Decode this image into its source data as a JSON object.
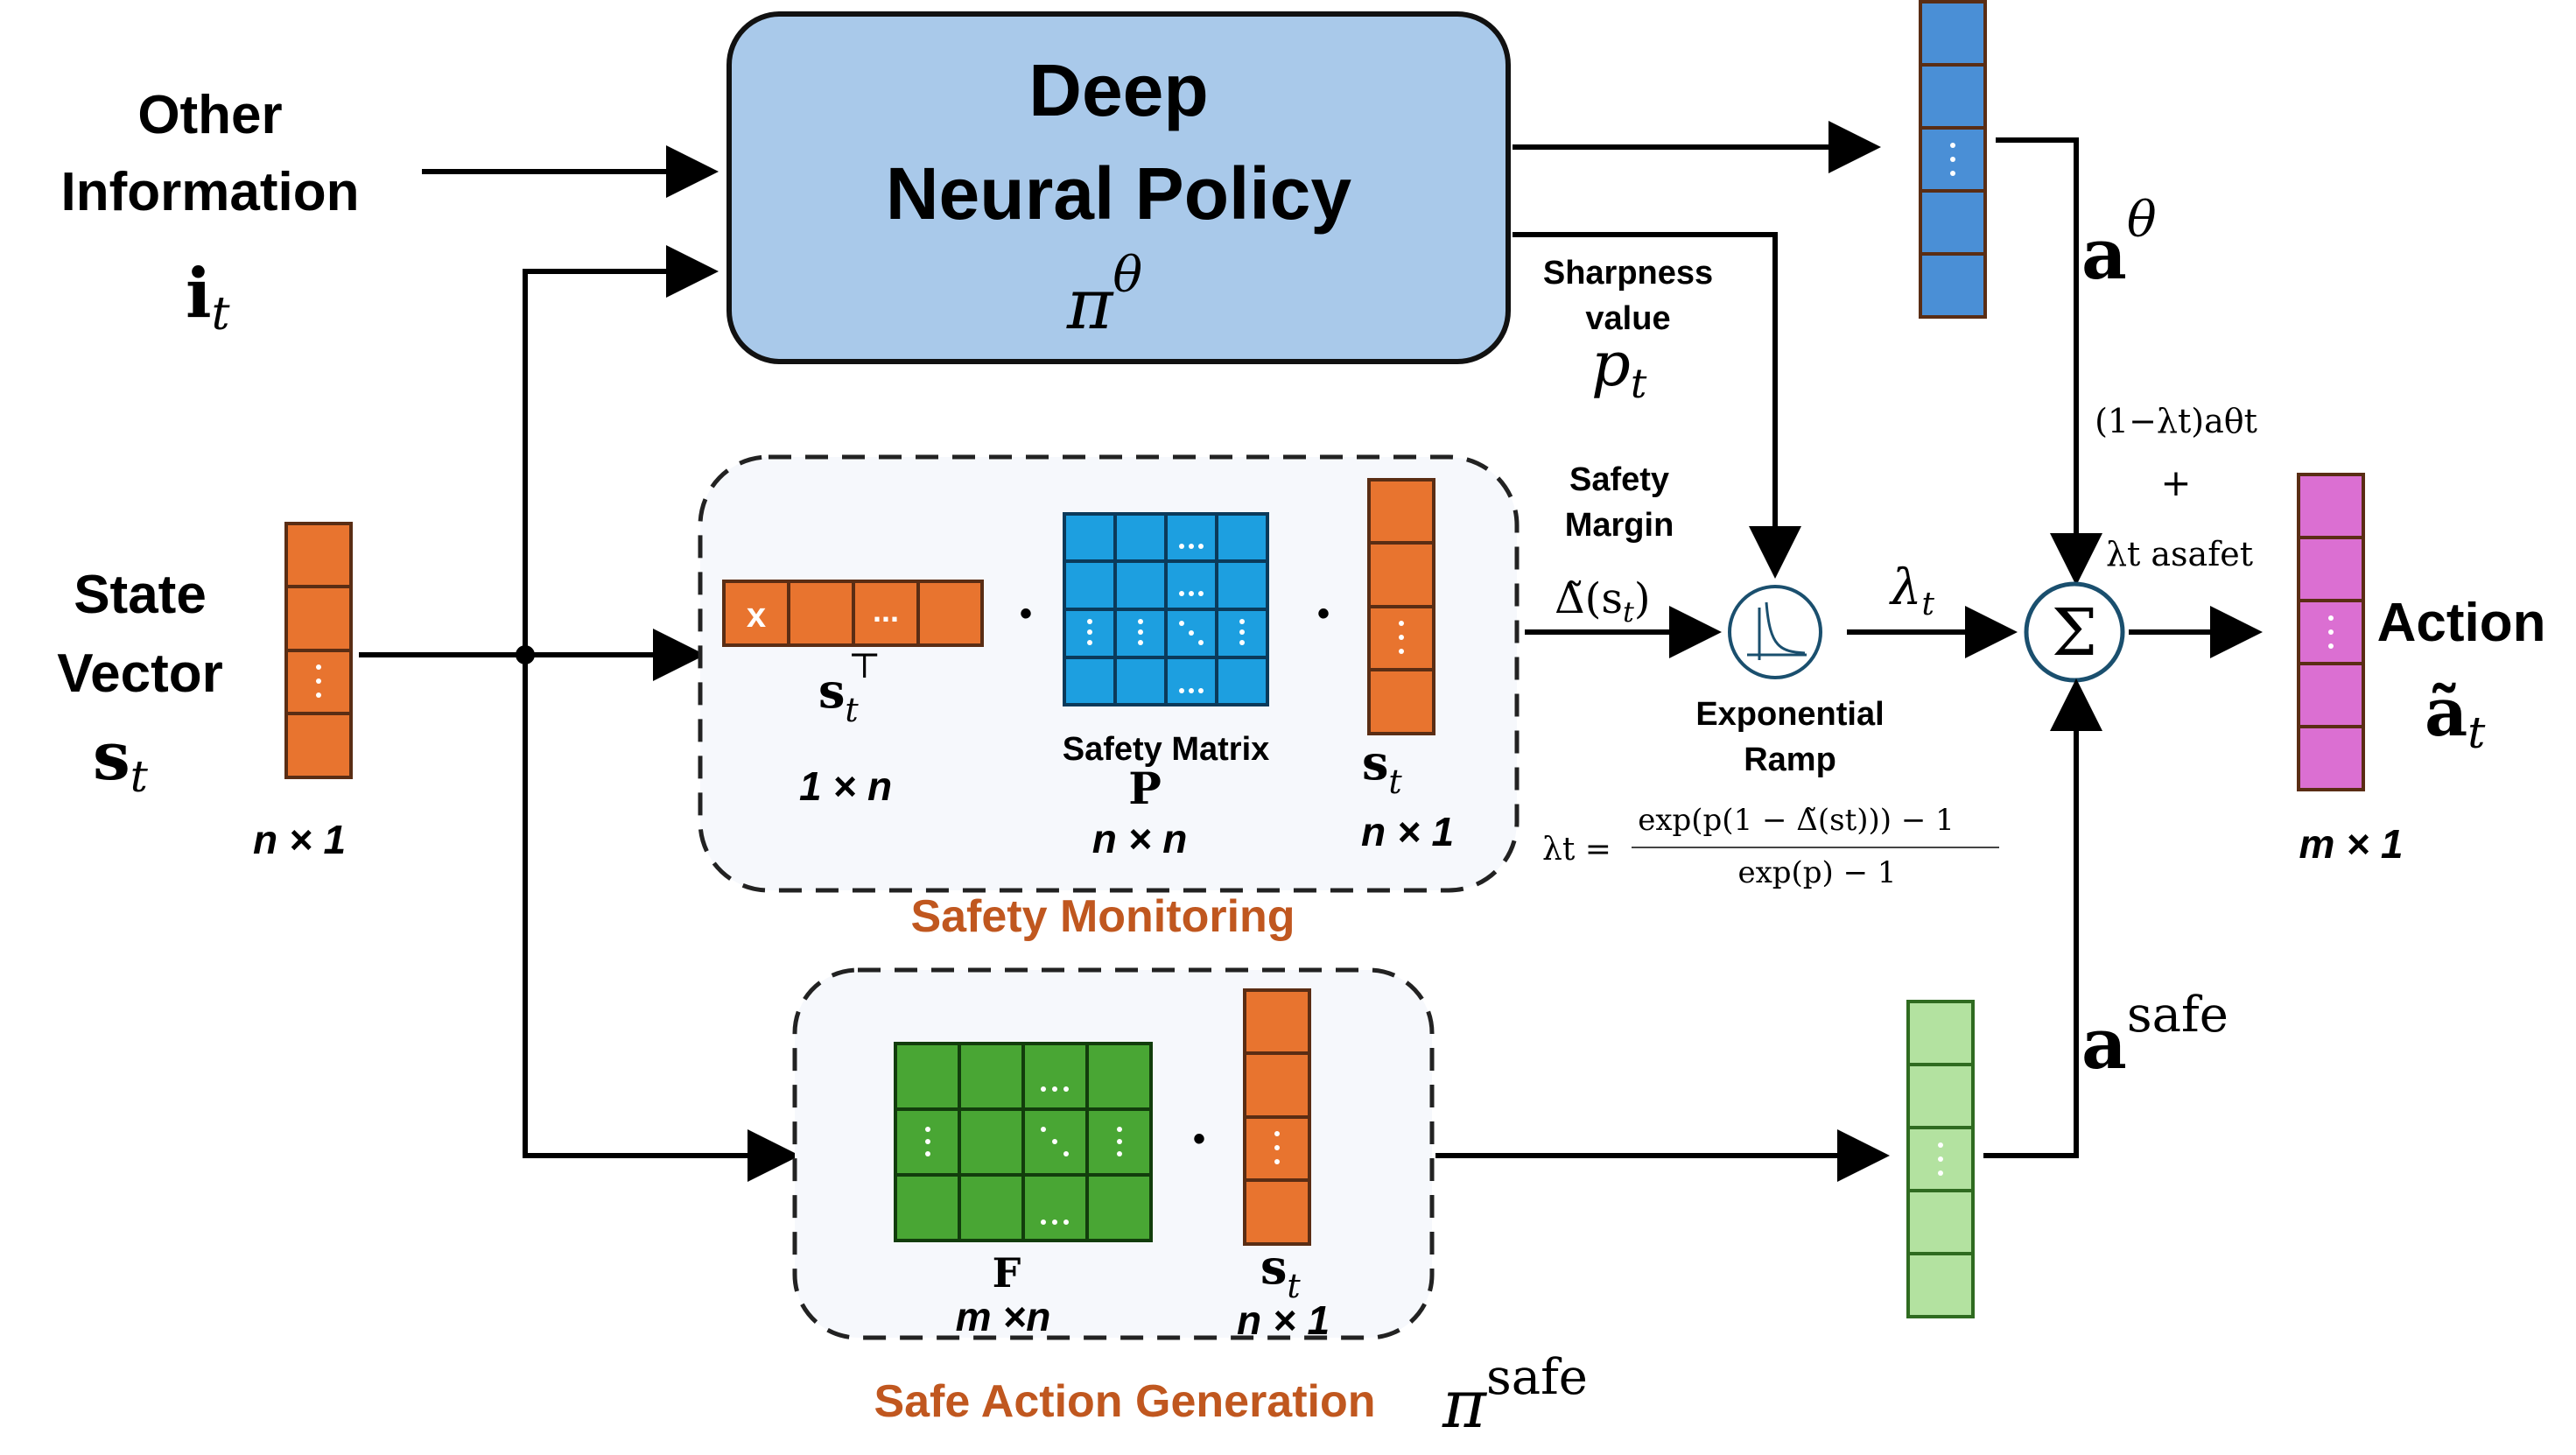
{
  "inputs": {
    "other_info_line1": "Other",
    "other_info_line2": "Information",
    "other_info_symbol": "i",
    "other_info_sub": "t",
    "state_line1": "State",
    "state_line2": "Vector",
    "state_symbol": "s",
    "state_sub": "t",
    "state_dim": "n × 1"
  },
  "policy": {
    "title_line1": "Deep",
    "title_line2": "Neural Policy",
    "symbol": "π",
    "symbol_sup": "θ",
    "output_symbol": "a",
    "output_sup": "θ",
    "sharpness_line1": "Sharpness",
    "sharpness_line2": "value",
    "sharpness_symbol": "p",
    "sharpness_sub": "t"
  },
  "safety_monitoring": {
    "title": "Safety Monitoring",
    "row_vector_first_cell": "x",
    "row_vector_dots": "...",
    "row_vector_symbol": "s",
    "row_vector_sub": "t",
    "row_vector_sup": "⊤",
    "row_vector_dim": "1 × n",
    "dot": "•",
    "matrix_label": "Safety Matrix",
    "matrix_symbol": "P",
    "matrix_dim": "n × n",
    "col_vector_symbol": "s",
    "col_vector_sub": "t",
    "col_vector_dim": "n × 1",
    "margin_line1": "Safety",
    "margin_line2": "Margin",
    "margin_symbol": "Δ̃(s",
    "margin_sub": "t",
    "margin_close": ")"
  },
  "ramp": {
    "label_line1": "Exponential",
    "label_line2": "Ramp",
    "output_symbol": "λ",
    "output_sub": "t",
    "formula_lhs": "λt =",
    "formula_num": "exp(p(1 − Δ̃(st))) − 1",
    "formula_den": "exp(p) − 1"
  },
  "combiner": {
    "symbol": "Σ",
    "term1": "(1−λt)aθt",
    "plus": "+",
    "term2": "λt asafet"
  },
  "safe_action": {
    "title": "Safe Action Generation",
    "matrix_symbol": "F",
    "matrix_dim": "m ×n",
    "dot": "•",
    "vector_symbol": "s",
    "vector_sub": "t",
    "vector_dim": "n × 1",
    "policy_symbol": "π",
    "policy_sup": "safe",
    "output_symbol": "a",
    "output_sup": "safe"
  },
  "output": {
    "label": "Action",
    "symbol": "ã",
    "sub": "t",
    "dim": "m × 1"
  },
  "colors": {
    "policy_fill": "#a9c9ea",
    "blue_vector": "#4a8fd6",
    "orange": "#e8742f",
    "safety_matrix": "#1d9fe0",
    "green_matrix": "#49a634",
    "green_vector": "#b3e2a0",
    "pink_vector": "#db6fd2",
    "title_orange": "#c0571f",
    "sigma_stroke": "#1a4f6e",
    "box_fill": "#f6f8fc"
  },
  "icons": [
    "arrow-icon",
    "ramp-icon",
    "sigma-icon",
    "ellipsis-icon"
  ]
}
